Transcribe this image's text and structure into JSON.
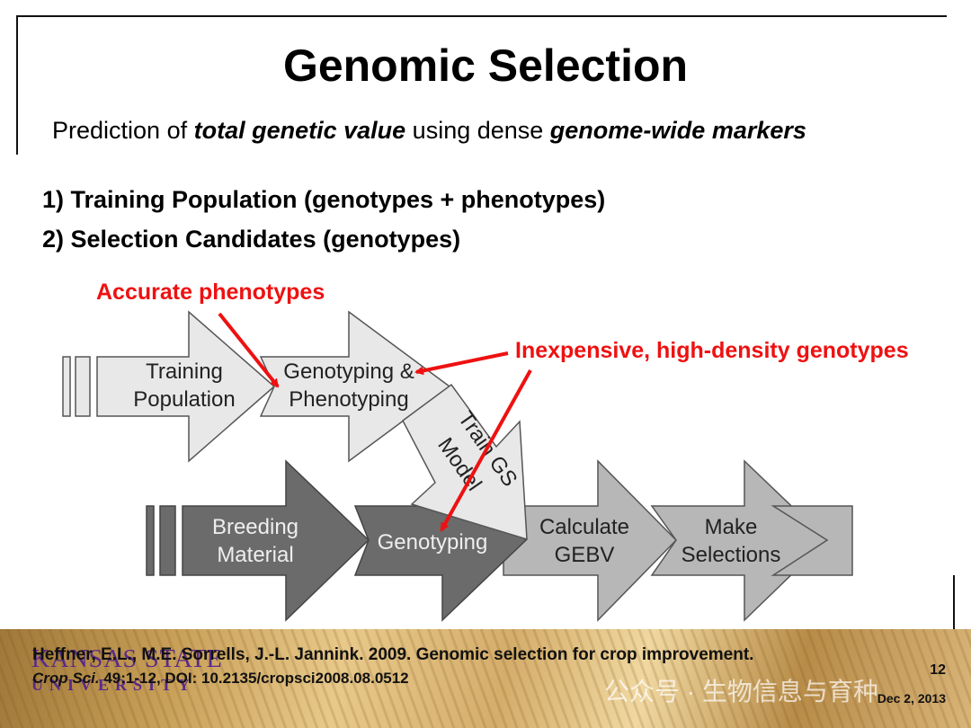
{
  "slide": {
    "title": "Genomic Selection",
    "subtitle": {
      "part1": "Prediction of ",
      "em1": "total genetic value",
      "part2": " using dense ",
      "em2": "genome-wide markers"
    },
    "points": [
      "1) Training Population (genotypes + phenotypes)",
      "2) Selection Candidates (genotypes)"
    ]
  },
  "diagram": {
    "annotations": {
      "accurate": "Accurate phenotypes",
      "inexpensive": "Inexpensive, high-density genotypes"
    },
    "training_row": {
      "step1": [
        "Training",
        "Population"
      ],
      "step2": [
        "Genotyping &",
        "Phenotyping"
      ]
    },
    "model_step": [
      "Train GS",
      "Model"
    ],
    "breeding_row": {
      "step1": [
        "Breeding",
        "Material"
      ],
      "step2": "Genotyping",
      "step3": [
        "Calculate",
        "GEBV"
      ],
      "step4": [
        "Make",
        "Selections"
      ]
    },
    "colors": {
      "light": "#e8e8e8",
      "dark": "#6b6b6b",
      "mid": "#b7b7b7",
      "annotation": "#ee1111"
    }
  },
  "footer": {
    "logo": [
      "KANSAS STATE",
      "UNIVERSITY"
    ],
    "citation_line1": "Heffner, E.L., M.E. Sorrells, J.-L. Jannink. 2009. Genomic selection for crop improvement.",
    "citation_journal": "Crop Sci.",
    "citation_rest": " 49:1-12, DOI: 10.2135/cropsci2008.08.0512",
    "watermark": "公众号 · 生物信息与育种",
    "page_number": "12",
    "date": "Dec 2, 2013"
  }
}
